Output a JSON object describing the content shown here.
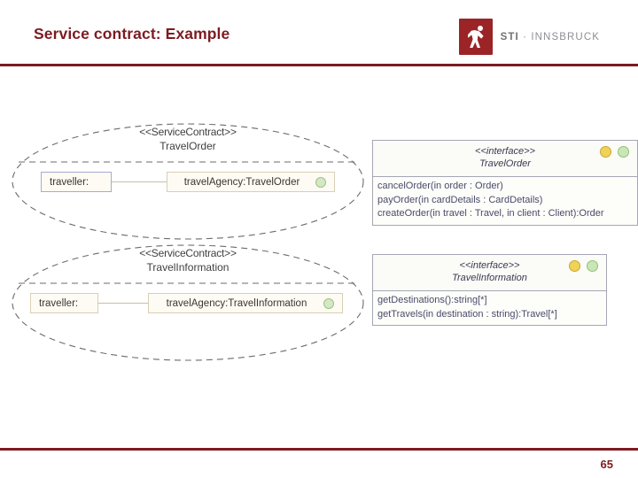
{
  "slide": {
    "title": "Service contract: Example",
    "page_number": "65",
    "accent_color": "#7d1b21"
  },
  "logo": {
    "name": "sti-innsbruck-logo",
    "bold_part": "STI",
    "separator": " · ",
    "rest": "INNSBRUCK",
    "mark_color": "#9b2427"
  },
  "collaborations": [
    {
      "stereotype": "<<ServiceContract>>",
      "name": "TravelOrder",
      "roles": [
        {
          "label": "traveller:",
          "style": "lifeline-blue",
          "ball": false
        },
        {
          "label": "travelAgency:TravelOrder",
          "style": "lifeline-tan",
          "ball": true
        }
      ]
    },
    {
      "stereotype": "<<ServiceContract>>",
      "name": "TravelInformation",
      "roles": [
        {
          "label": "traveller:",
          "style": "lifeline-tan",
          "ball": false
        },
        {
          "label": "travelAgency:TravelInformation",
          "style": "lifeline-tan",
          "ball": true
        }
      ]
    }
  ],
  "interfaces": [
    {
      "stereotype": "<<interface>>",
      "name": "TravelOrder",
      "lamps": [
        "gold",
        "green"
      ],
      "operations": [
        "cancelOrder(in order : Order)",
        "payOrder(in cardDetails : CardDetails)",
        "createOrder(in travel : Travel, in client : Client):Order"
      ]
    },
    {
      "stereotype": "<<interface>>",
      "name": "TravelInformation",
      "lamps": [
        "gold",
        "green"
      ],
      "operations": [
        "getDestinations():string[*]",
        "getTravels(in destination : string):Travel[*]"
      ]
    }
  ]
}
